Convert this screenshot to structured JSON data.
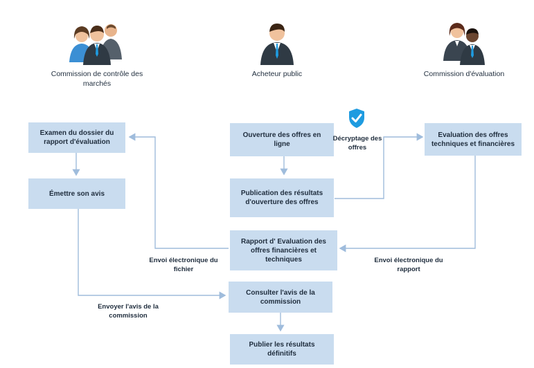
{
  "actors": {
    "commission_controle": "Commission de contrôle des marchés",
    "acheteur_public": "Acheteur public",
    "commission_evaluation": "Commission d'évaluation"
  },
  "boxes": {
    "examen": "Examen du dossier du rapport d'évaluation",
    "emettre": "Émettre son avis",
    "ouverture": "Ouverture des offres en ligne",
    "publication": "Publication des résultats d'ouverture des offres",
    "evaluation": "Evaluation des offres techniques et financières",
    "rapport": "Rapport d' Evaluation des offres financières et techniques",
    "consulter": "Consulter l'avis de la commission",
    "publier": "Publier les résultats définitifs"
  },
  "notes": {
    "decryptage": "Décryptage des offres",
    "envoi_fichier": "Envoi électronique du fichier",
    "envoi_rapport": "Envoi électronique du rapport",
    "envoyer_avis": "Envoyer l'avis de la commission"
  },
  "colors": {
    "box_fill": "#c9dcef",
    "connector": "#9fbcdc",
    "shield": "#1e9be0",
    "suit": "#2f3a44"
  }
}
